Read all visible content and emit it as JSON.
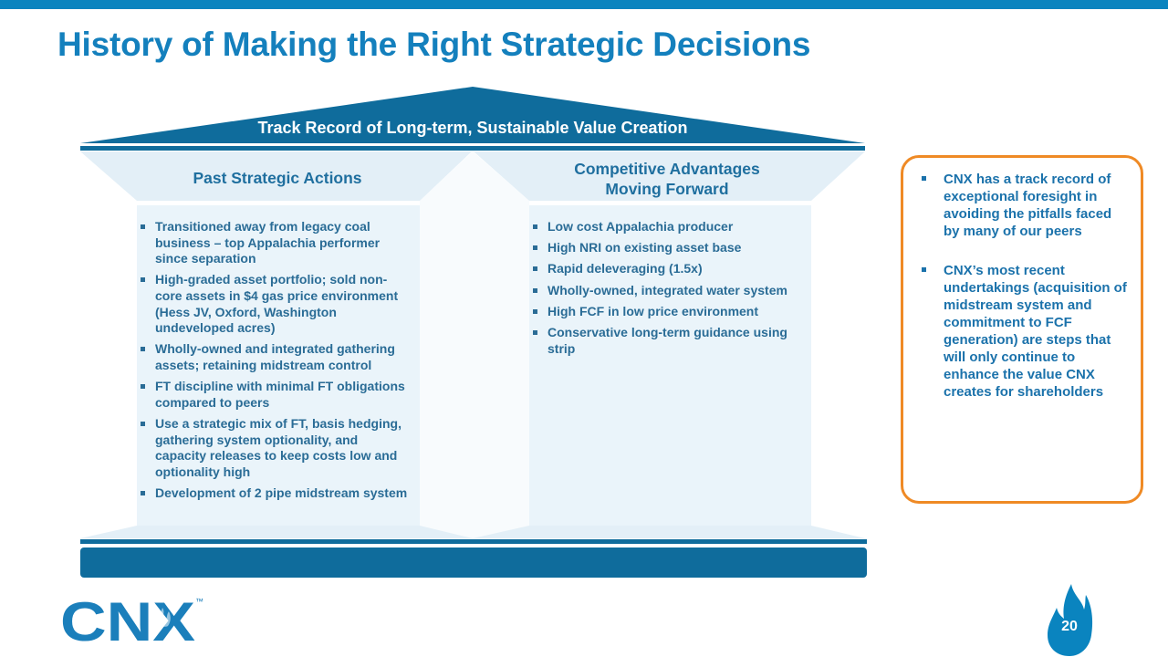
{
  "page": {
    "title": "History of Making the Right Strategic Decisions",
    "page_number": "20"
  },
  "roof": {
    "label": "Track Record of Long-term, Sustainable Value Creation"
  },
  "pillars": [
    {
      "header": "Past Strategic Actions",
      "items": [
        "Transitioned away from legacy coal business – top Appalachia performer since separation",
        "High-graded asset portfolio; sold non-core assets in $4 gas price environment (Hess JV, Oxford, Washington undeveloped acres)",
        "Wholly-owned and integrated gathering assets; retaining midstream control",
        "FT discipline with minimal FT obligations compared to peers",
        "Use a strategic mix of FT, basis hedging, gathering system optionality, and capacity releases to keep costs low and optionality high",
        "Development of 2 pipe midstream system"
      ]
    },
    {
      "header_line1": "Competitive Advantages",
      "header_line2": "Moving Forward",
      "items": [
        "Low cost Appalachia producer",
        "High NRI on existing asset base",
        "Rapid deleveraging (1.5x)",
        "Wholly-owned, integrated water system",
        "High FCF in low price environment",
        "Conservative long-term guidance using strip"
      ]
    }
  ],
  "callout": {
    "items": [
      "CNX has a track record of exceptional foresight in avoiding the pitfalls faced by many of our peers",
      "CNX’s most recent undertakings (acquisition of midstream system and commitment to FCF generation) are steps that will only continue to enhance the value CNX creates for shareholders"
    ]
  },
  "logo": {
    "text": "CNX",
    "tm": "™"
  },
  "colors": {
    "brand_blue": "#0a84bf",
    "title_blue": "#1480bd",
    "navy": "#0f6c9c",
    "callout_orange": "#ef8a25",
    "pillar_fill": "#eaf4fa"
  },
  "icons": {
    "logo": "cnx-logo",
    "page_badge": "flame-icon"
  }
}
